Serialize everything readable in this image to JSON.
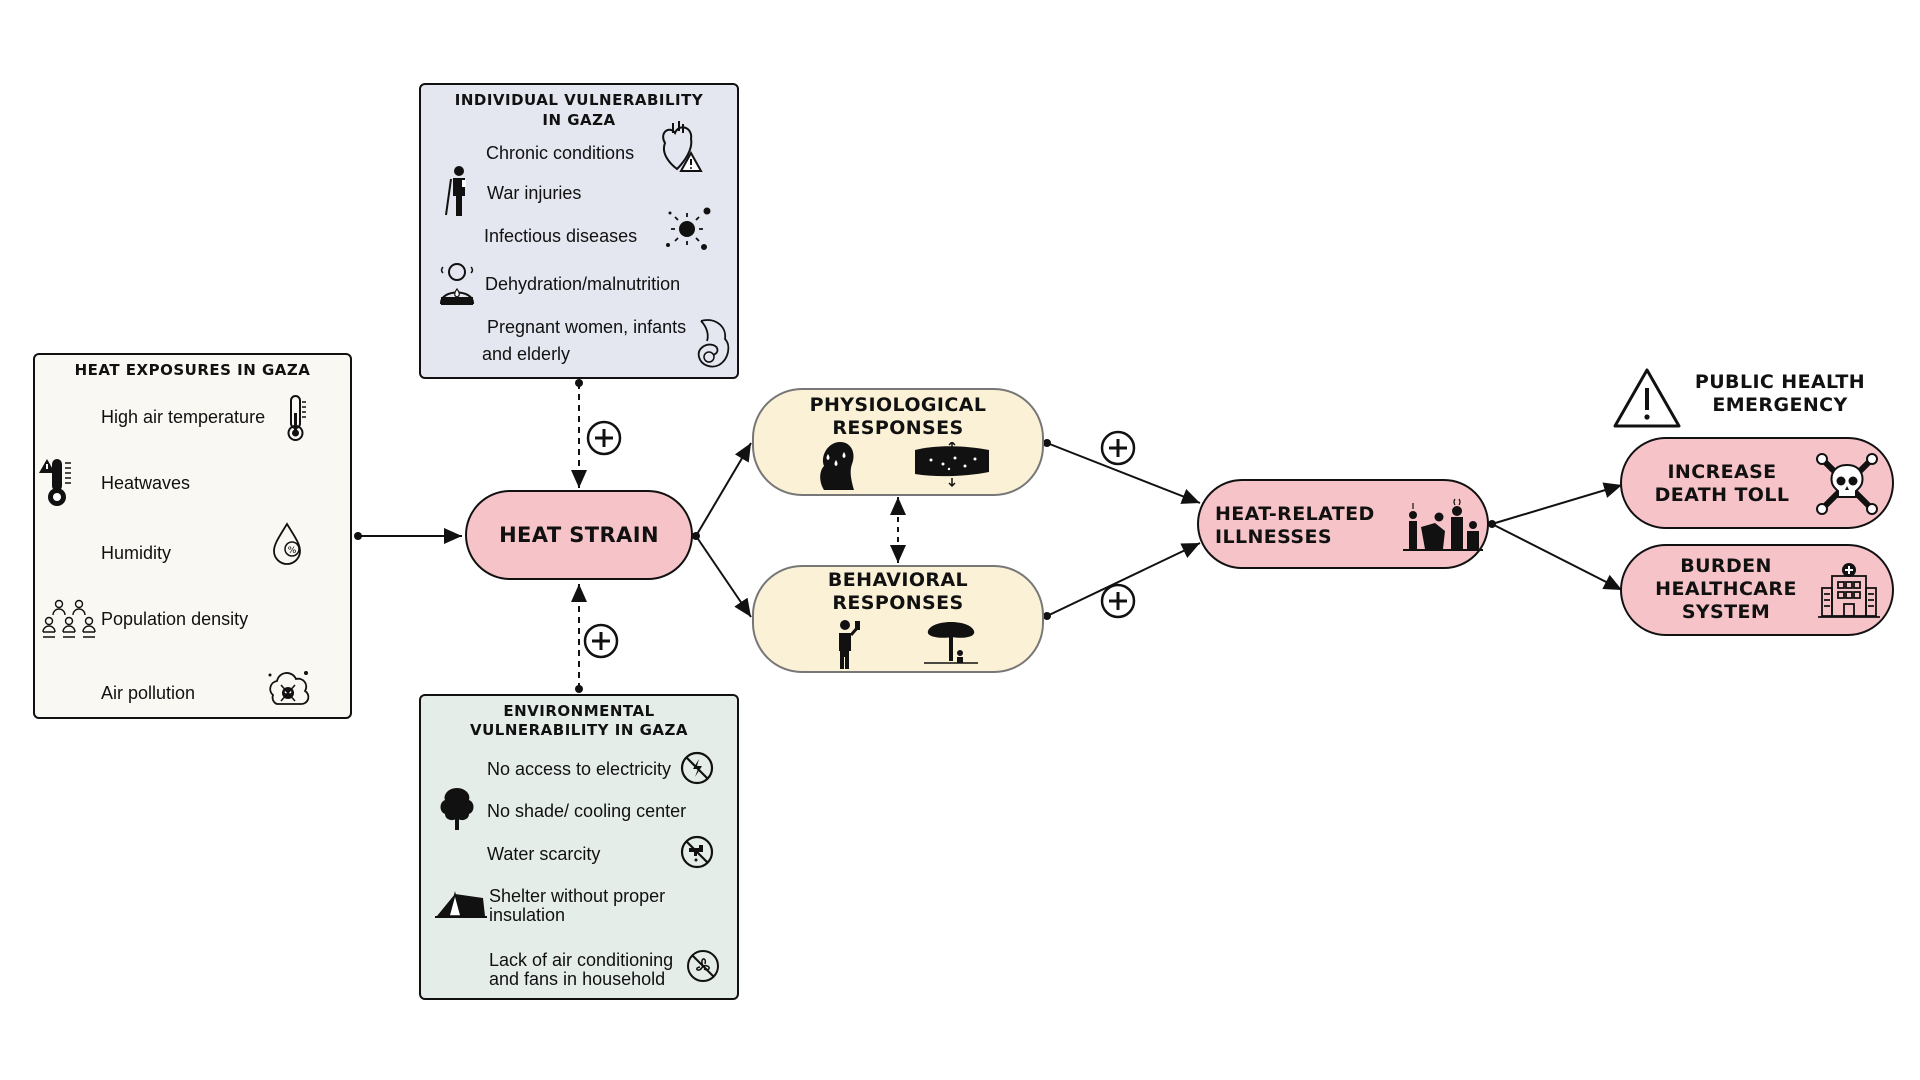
{
  "colors": {
    "heat_box": "#faf8f3",
    "individual_box": "#e4e6f0",
    "environment_box": "#e5ede9",
    "response_fill": "#fbf1d6",
    "pink_fill": "#f6c4c8",
    "line": "#111111"
  },
  "heat_exposures": {
    "title": "HEAT EXPOSURES IN GAZA",
    "items": [
      "High air temperature",
      "Heatwaves",
      "Humidity",
      "Population density",
      "Air pollution"
    ]
  },
  "individual": {
    "title_line1": "INDIVIDUAL VULNERABILITY",
    "title_line2": "IN GAZA",
    "items": [
      "Chronic conditions",
      "War injuries",
      "Infectious diseases",
      "Dehydration/malnutrition"
    ],
    "last_line1": "Pregnant women, infants",
    "last_line2": "and elderly"
  },
  "environmental": {
    "title_line1": "ENVIRONMENTAL",
    "title_line2": "VULNERABILITY IN GAZA",
    "items": [
      "No access to electricity",
      "No shade/ cooling center",
      "Water scarcity"
    ],
    "shelter_line1": "Shelter without proper",
    "shelter_line2": "insulation",
    "ac_line1": "Lack of air conditioning",
    "ac_line2": "and fans in household"
  },
  "heat_strain": {
    "label": "HEAT STRAIN"
  },
  "physiological": {
    "line1": "PHYSIOLOGICAL",
    "line2": "RESPONSES"
  },
  "behavioral": {
    "line1": "BEHAVIORAL",
    "line2": "RESPONSES"
  },
  "illnesses": {
    "line1": "HEAT-RELATED",
    "line2": "ILLNESSES"
  },
  "emergency": {
    "line1": "PUBLIC HEALTH",
    "line2": "EMERGENCY"
  },
  "death": {
    "line1": "INCREASE",
    "line2": "DEATH TOLL"
  },
  "healthcare": {
    "line1": "BURDEN",
    "line2": "HEALTHCARE",
    "line3": "SYSTEM"
  },
  "icons": [
    "thermometer-icon",
    "heatwave-thermometer-icon",
    "humidity-drop-icon",
    "population-icon",
    "pollution-cloud-icon",
    "heart-warning-icon",
    "crutch-person-icon",
    "virus-icon",
    "dehydrated-person-icon",
    "mother-infant-icon",
    "no-electricity-icon",
    "tree-icon",
    "no-water-tap-icon",
    "tent-icon",
    "no-fan-icon",
    "sweating-head-icon",
    "skin-icon",
    "drinking-person-icon",
    "shade-tree-icon",
    "collapsing-people-icon",
    "warning-triangle-icon",
    "skull-crossbones-icon",
    "hospital-icon",
    "plus-circle-icon"
  ]
}
